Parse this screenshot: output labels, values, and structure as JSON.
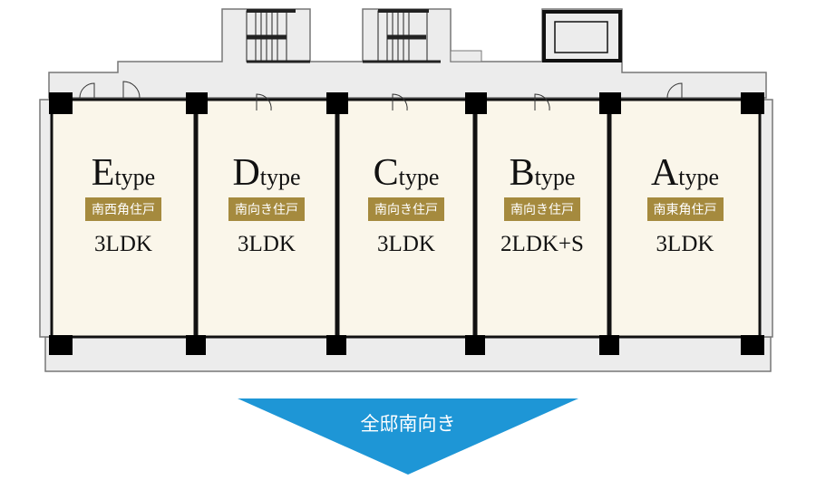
{
  "units": [
    {
      "letter": "E",
      "suffix": "type",
      "badge": "南西角住戸",
      "layout": "3LDK"
    },
    {
      "letter": "D",
      "suffix": "type",
      "badge": "南向き住戸",
      "layout": "3LDK"
    },
    {
      "letter": "C",
      "suffix": "type",
      "badge": "南向き住戸",
      "layout": "3LDK"
    },
    {
      "letter": "B",
      "suffix": "type",
      "badge": "南向き住戸",
      "layout": "2LDK+S"
    },
    {
      "letter": "A",
      "suffix": "type",
      "badge": "南東角住戸",
      "layout": "3LDK"
    }
  ],
  "orientation_label": "全邸南向き",
  "colors": {
    "unit_fill": "#faf6ea",
    "badge": "#a58a3e",
    "corridor": "#ececec",
    "arrow": "#1e96d6",
    "wall": "#111111"
  }
}
